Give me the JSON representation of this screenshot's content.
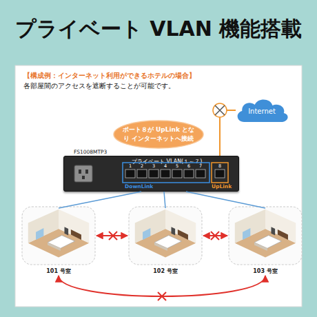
{
  "diagram": {
    "title": "プライベート VLAN 機能搭載",
    "nodes": [
      {
        "text": [
          "ポート８が UpLink となり インターネットへ接続"
        ]
      },
      {
        "text": [
          "Internet"
        ]
      },
      {
        "text": [
          "FS1008MTP3",
          "プライベート VLAN(１～７)",
          "DownLink",
          "UpLink"
        ]
      },
      {
        "text": [
          "101 号室"
        ]
      },
      {
        "text": [
          "102 号室"
        ]
      },
      {
        "text": [
          "103 号室"
        ]
      }
    ],
    "edges": [
      {
        "from": 2,
        "to": 1,
        "arrow": "none"
      },
      {
        "from": 2,
        "to": 3,
        "arrow": "none"
      },
      {
        "from": 2,
        "to": 4,
        "arrow": "none"
      },
      {
        "from": 2,
        "to": 5,
        "arrow": "none"
      },
      {
        "from": 3,
        "to": 4,
        "arrow": "both"
      },
      {
        "from": 4,
        "to": 5,
        "arrow": "both"
      },
      {
        "from": 3,
        "to": 5,
        "arrow": "both"
      }
    ],
    "labels": [
      "【構成例：インターネット利用ができるホテルの場合】",
      "各部屋間のアクセスを遮断することが可能です。",
      "1",
      "2",
      "3",
      "4",
      "5",
      "6",
      "7",
      "8"
    ]
  }
}
